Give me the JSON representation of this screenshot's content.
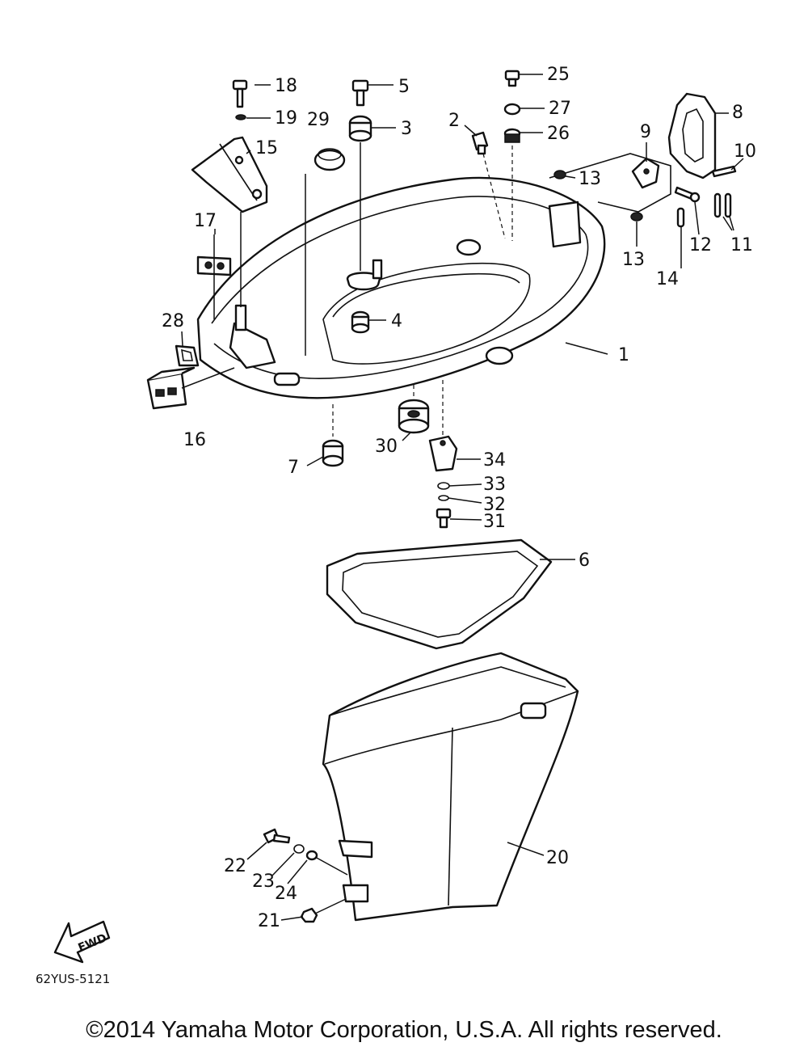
{
  "diagram_code": "62YUS-5121",
  "copyright": "©2014 Yamaha Motor Corporation, U.S.A. All rights reserved.",
  "fwd_label": "FWD",
  "parts": [
    {
      "id": "1",
      "label": "1"
    },
    {
      "id": "2",
      "label": "2"
    },
    {
      "id": "3",
      "label": "3"
    },
    {
      "id": "4",
      "label": "4"
    },
    {
      "id": "5",
      "label": "5"
    },
    {
      "id": "6",
      "label": "6"
    },
    {
      "id": "7",
      "label": "7"
    },
    {
      "id": "8",
      "label": "8"
    },
    {
      "id": "9",
      "label": "9"
    },
    {
      "id": "10",
      "label": "10"
    },
    {
      "id": "11",
      "label": "11"
    },
    {
      "id": "12",
      "label": "12"
    },
    {
      "id": "13",
      "label": "13"
    },
    {
      "id": "14",
      "label": "14"
    },
    {
      "id": "15",
      "label": "15"
    },
    {
      "id": "16",
      "label": "16"
    },
    {
      "id": "17",
      "label": "17"
    },
    {
      "id": "18",
      "label": "18"
    },
    {
      "id": "19",
      "label": "19"
    },
    {
      "id": "20",
      "label": "20"
    },
    {
      "id": "21",
      "label": "21"
    },
    {
      "id": "22",
      "label": "22"
    },
    {
      "id": "23",
      "label": "23"
    },
    {
      "id": "24",
      "label": "24"
    },
    {
      "id": "25",
      "label": "25"
    },
    {
      "id": "26",
      "label": "26"
    },
    {
      "id": "27",
      "label": "27"
    },
    {
      "id": "28",
      "label": "28"
    },
    {
      "id": "29",
      "label": "29"
    },
    {
      "id": "30",
      "label": "30"
    },
    {
      "id": "31",
      "label": "31"
    },
    {
      "id": "32",
      "label": "32"
    },
    {
      "id": "33",
      "label": "33"
    },
    {
      "id": "34",
      "label": "34"
    }
  ]
}
